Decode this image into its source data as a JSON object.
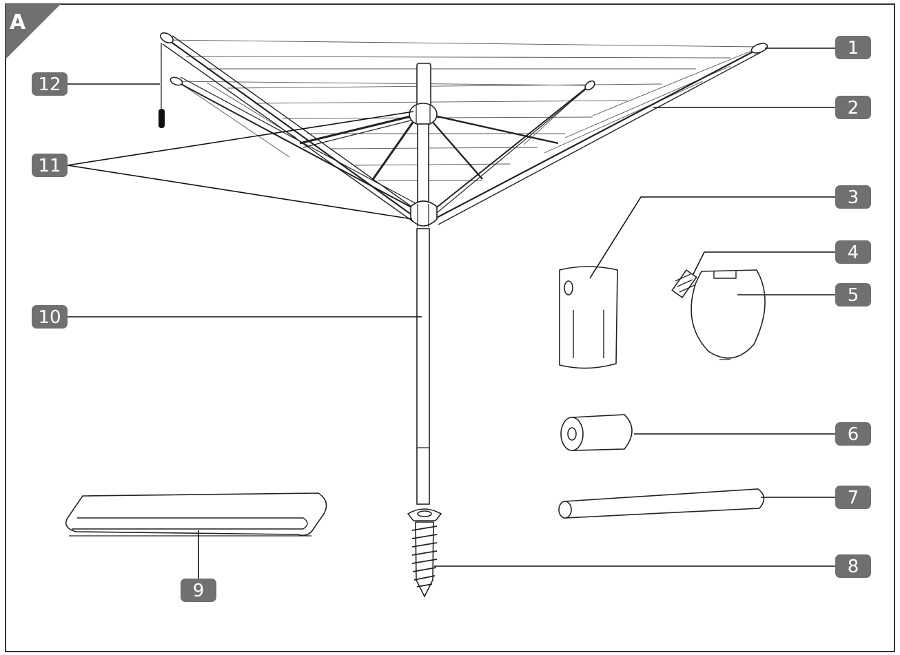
{
  "figure": {
    "corner_label": "A",
    "colors": {
      "badge": "#707070",
      "line": "#222222",
      "background": "#ffffff"
    },
    "callouts": [
      {
        "number": "1"
      },
      {
        "number": "2"
      },
      {
        "number": "3"
      },
      {
        "number": "4"
      },
      {
        "number": "5"
      },
      {
        "number": "6"
      },
      {
        "number": "7"
      },
      {
        "number": "8"
      },
      {
        "number": "9"
      },
      {
        "number": "10"
      },
      {
        "number": "11"
      },
      {
        "number": "12"
      }
    ]
  }
}
